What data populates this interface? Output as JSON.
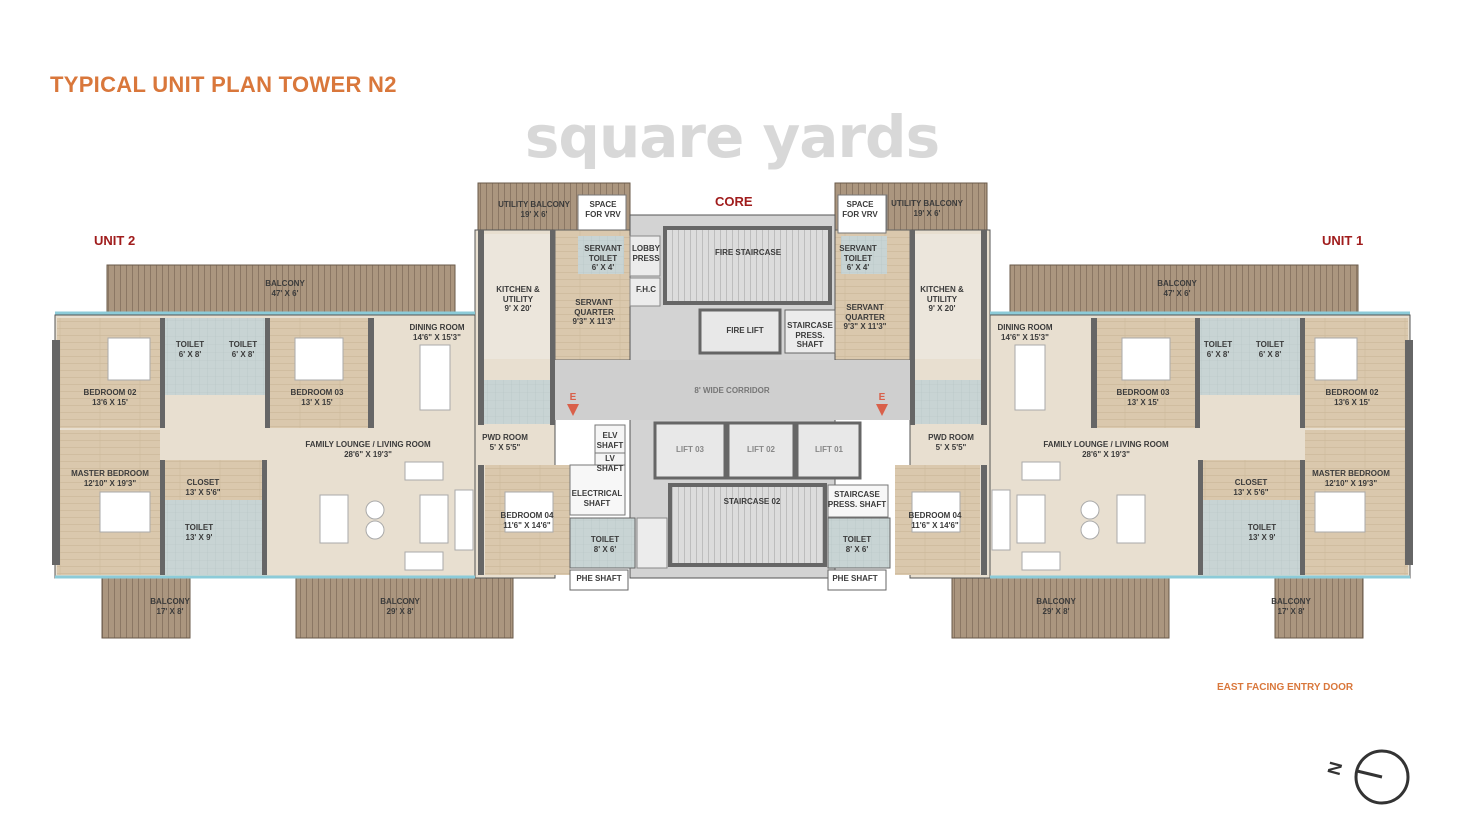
{
  "title": "TYPICAL UNIT PLAN TOWER N2",
  "units": {
    "unit2": "UNIT 2",
    "unit1": "UNIT 1",
    "core": "CORE"
  },
  "rooms": {
    "u2": [
      {
        "n": "BALCONY",
        "d": "47' X 6'"
      },
      {
        "n": "TOILET",
        "d": "6' X 8'"
      },
      {
        "n": "TOILET",
        "d": "6' X 8'"
      },
      {
        "n": "BEDROOM 02",
        "d": "13'6 X 15'"
      },
      {
        "n": "BEDROOM 03",
        "d": "13' X 15'"
      },
      {
        "n": "DINING ROOM",
        "d": "14'6\" X 15'3\""
      },
      {
        "n": "KITCHEN & UTILITY",
        "d": "9' X 20'"
      },
      {
        "n": "UTILITY BALCONY",
        "d": "19' X 6'"
      },
      {
        "n": "SPACE FOR VRV",
        "d": ""
      },
      {
        "n": "SERVANT TOILET",
        "d": "6' X 4'"
      },
      {
        "n": "SERVANT QUARTER",
        "d": "9'3\" X 11'3\""
      },
      {
        "n": "PWD ROOM",
        "d": "5' X 5'5\""
      },
      {
        "n": "FAMILY LOUNGE / LIVING ROOM",
        "d": "28'6\" X 19'3\""
      },
      {
        "n": "MASTER BEDROOM",
        "d": "12'10\" X 19'3\""
      },
      {
        "n": "CLOSET",
        "d": "13' X 5'6\""
      },
      {
        "n": "TOILET",
        "d": "13' X 9'"
      },
      {
        "n": "BEDROOM 04",
        "d": "11'6\" X 14'6\""
      },
      {
        "n": "TOILET",
        "d": "8' X 6'"
      },
      {
        "n": "PHE SHAFT",
        "d": ""
      },
      {
        "n": "BALCONY",
        "d": "17' X 8'"
      },
      {
        "n": "BALCONY",
        "d": "29' X 8'"
      }
    ],
    "core": [
      {
        "n": "LOBBY PRESS"
      },
      {
        "n": "F.H.C"
      },
      {
        "n": "FIRE STAIRCASE"
      },
      {
        "n": "FIRE LIFT"
      },
      {
        "n": "STAIRCASE PRESS. SHAFT"
      },
      {
        "n": "8' WIDE CORRIDOR"
      },
      {
        "n": "ELV SHAFT"
      },
      {
        "n": "LV SHAFT"
      },
      {
        "n": "LIFT 03"
      },
      {
        "n": "LIFT 02"
      },
      {
        "n": "LIFT 01"
      },
      {
        "n": "ELECTRICAL SHAFT"
      },
      {
        "n": "STAIRCASE 02"
      },
      {
        "n": "STAIRCASE PRESS. SHAFT"
      }
    ],
    "u1": [
      {
        "n": "BALCONY",
        "d": "47' X 6'"
      },
      {
        "n": "TOILET",
        "d": "6' X 8'"
      },
      {
        "n": "TOILET",
        "d": "6' X 8'"
      },
      {
        "n": "BEDROOM 02",
        "d": "13'6 X 15'"
      },
      {
        "n": "BEDROOM 03",
        "d": "13' X 15'"
      },
      {
        "n": "DINING ROOM",
        "d": "14'6\" X 15'3\""
      },
      {
        "n": "KITCHEN & UTILITY",
        "d": "9' X 20'"
      },
      {
        "n": "UTILITY BALCONY",
        "d": "19' X 6'"
      },
      {
        "n": "SPACE FOR VRV",
        "d": ""
      },
      {
        "n": "SERVANT TOILET",
        "d": "6' X 4'"
      },
      {
        "n": "SERVANT QUARTER",
        "d": "9'3\" X 11'3\""
      },
      {
        "n": "PWD ROOM",
        "d": "5' X 5'5\""
      },
      {
        "n": "FAMILY LOUNGE / LIVING ROOM",
        "d": "28'6\" X 19'3\""
      },
      {
        "n": "MASTER BEDROOM",
        "d": "12'10\" X 19'3\""
      },
      {
        "n": "CLOSET",
        "d": "13' X 5'6\""
      },
      {
        "n": "TOILET",
        "d": "13' X 9'"
      },
      {
        "n": "BEDROOM 04",
        "d": "11'6\" X 14'6\""
      },
      {
        "n": "TOILET",
        "d": "8' X 6'"
      },
      {
        "n": "PHE SHAFT",
        "d": ""
      },
      {
        "n": "BALCONY",
        "d": "17' X 8'"
      },
      {
        "n": "BALCONY",
        "d": "29' X 8'"
      }
    ]
  },
  "entry_marker": "E",
  "note": "EAST FACING ENTRY DOOR",
  "compass": {
    "label": "N",
    "icon": "north-arrow-icon"
  },
  "watermark": "square yards",
  "colors": {
    "title": "#d9773b",
    "unit_label": "#a01c1c",
    "entry_marker": "#d9604a",
    "floor": "#e8dfd0",
    "wood": "#d9c6aa",
    "wet_area": "#c8d4d4",
    "core": "#d3d3d3",
    "balcony": "#a8937c"
  }
}
